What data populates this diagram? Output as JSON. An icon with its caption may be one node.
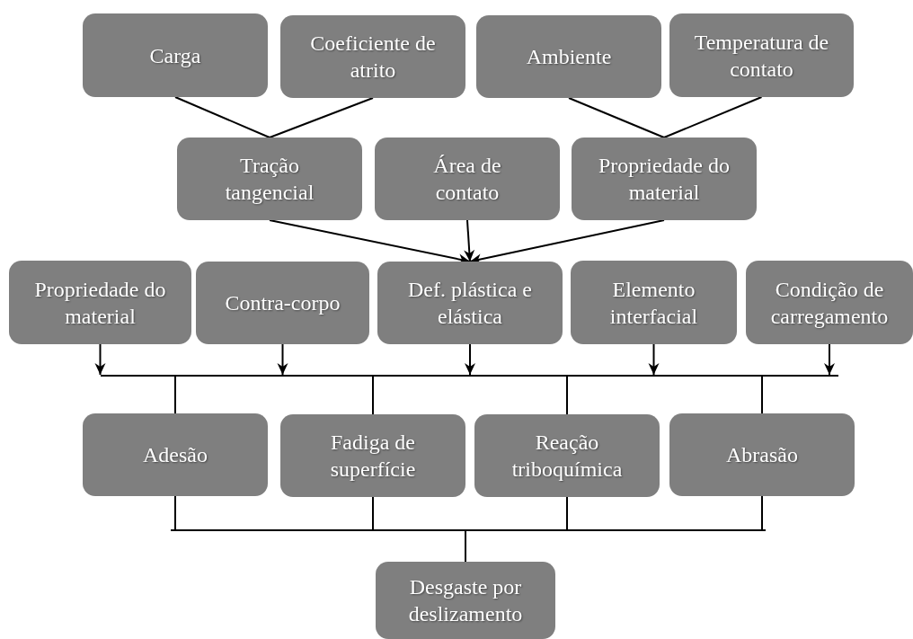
{
  "diagram": {
    "nodes": [
      {
        "text": [
          "Carga"
        ]
      },
      {
        "text": [
          "Coeficiente de atrito"
        ]
      },
      {
        "text": [
          "Ambiente"
        ]
      },
      {
        "text": [
          "Temperatura de contato"
        ]
      },
      {
        "text": [
          "Tração tangencial"
        ]
      },
      {
        "text": [
          "Área de contato"
        ]
      },
      {
        "text": [
          "Propriedade do material"
        ]
      },
      {
        "text": [
          "Propriedade do material"
        ]
      },
      {
        "text": [
          "Contra-corpo"
        ]
      },
      {
        "text": [
          "Def. plástica e elástica"
        ]
      },
      {
        "text": [
          "Elemento interfacial"
        ]
      },
      {
        "text": [
          "Condição de carregamento"
        ]
      },
      {
        "text": [],
        "shape": "bar"
      },
      {
        "text": [
          "Adesão"
        ]
      },
      {
        "text": [
          "Fadiga de superfície"
        ]
      },
      {
        "text": [
          "Reação triboquímica"
        ]
      },
      {
        "text": [
          "Abrasão"
        ]
      },
      {
        "text": [],
        "shape": "bar"
      },
      {
        "text": [
          "Desgaste por deslizamento"
        ]
      }
    ],
    "edges": [
      {
        "from": 0,
        "to": 4,
        "arrow": "none"
      },
      {
        "from": 1,
        "to": 4,
        "arrow": "none"
      },
      {
        "from": 2,
        "to": 6,
        "arrow": "none"
      },
      {
        "from": 3,
        "to": 6,
        "arrow": "none"
      },
      {
        "from": 4,
        "to": 9,
        "arrow": "to"
      },
      {
        "from": 5,
        "to": 9,
        "arrow": "to"
      },
      {
        "from": 6,
        "to": 9,
        "arrow": "to"
      },
      {
        "from": 7,
        "to": 12,
        "arrow": "to"
      },
      {
        "from": 8,
        "to": 12,
        "arrow": "to"
      },
      {
        "from": 9,
        "to": 12,
        "arrow": "to"
      },
      {
        "from": 10,
        "to": 12,
        "arrow": "to"
      },
      {
        "from": 11,
        "to": 12,
        "arrow": "to"
      },
      {
        "from": 12,
        "to": 13,
        "arrow": "none"
      },
      {
        "from": 12,
        "to": 14,
        "arrow": "none"
      },
      {
        "from": 12,
        "to": 15,
        "arrow": "none"
      },
      {
        "from": 12,
        "to": 16,
        "arrow": "none"
      },
      {
        "from": 13,
        "to": 17,
        "arrow": "none"
      },
      {
        "from": 14,
        "to": 17,
        "arrow": "none"
      },
      {
        "from": 15,
        "to": 17,
        "arrow": "none"
      },
      {
        "from": 16,
        "to": 17,
        "arrow": "none"
      },
      {
        "from": 17,
        "to": 18,
        "arrow": "none"
      }
    ]
  }
}
